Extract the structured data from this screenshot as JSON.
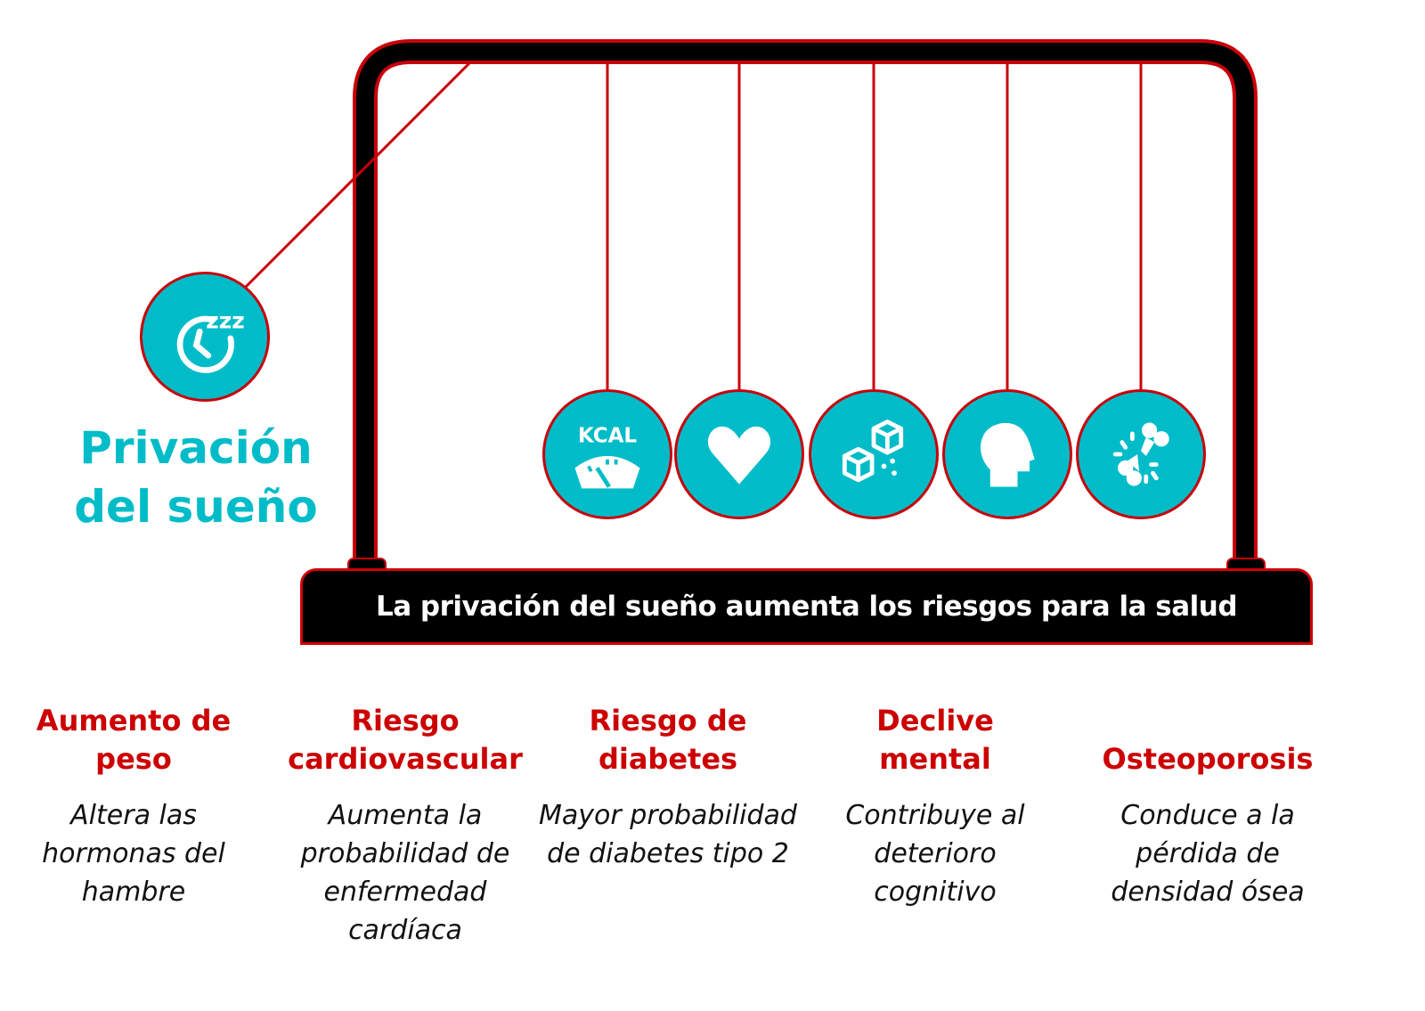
{
  "title": {
    "line1": "Privación",
    "line2": "del sueño"
  },
  "banner": "La privación del sueño aumenta los riesgos para la salud",
  "colors": {
    "teal": "#00bcc8",
    "red": "#cc0000",
    "black": "#000000"
  },
  "sleep_icon_label": "zzz",
  "kcal_label": "KCAL",
  "risks": [
    {
      "icon": "kcal-scale-icon",
      "title": "Aumento de peso",
      "desc": "Altera las hormonas del hambre"
    },
    {
      "icon": "heart-icon",
      "title": "Riesgo cardiovascular",
      "desc": "Aumenta la probabilidad de enfermedad cardíaca"
    },
    {
      "icon": "sugar-cubes-icon",
      "title": "Riesgo de diabetes",
      "desc": "Mayor probabilidad de diabetes tipo 2"
    },
    {
      "icon": "head-icon",
      "title": "Declive mental",
      "desc": "Contribuye al deterioro cognitivo"
    },
    {
      "icon": "broken-bone-icon",
      "title": "Osteoporosis",
      "desc": "Conduce a la pérdida de densidad ósea"
    }
  ]
}
